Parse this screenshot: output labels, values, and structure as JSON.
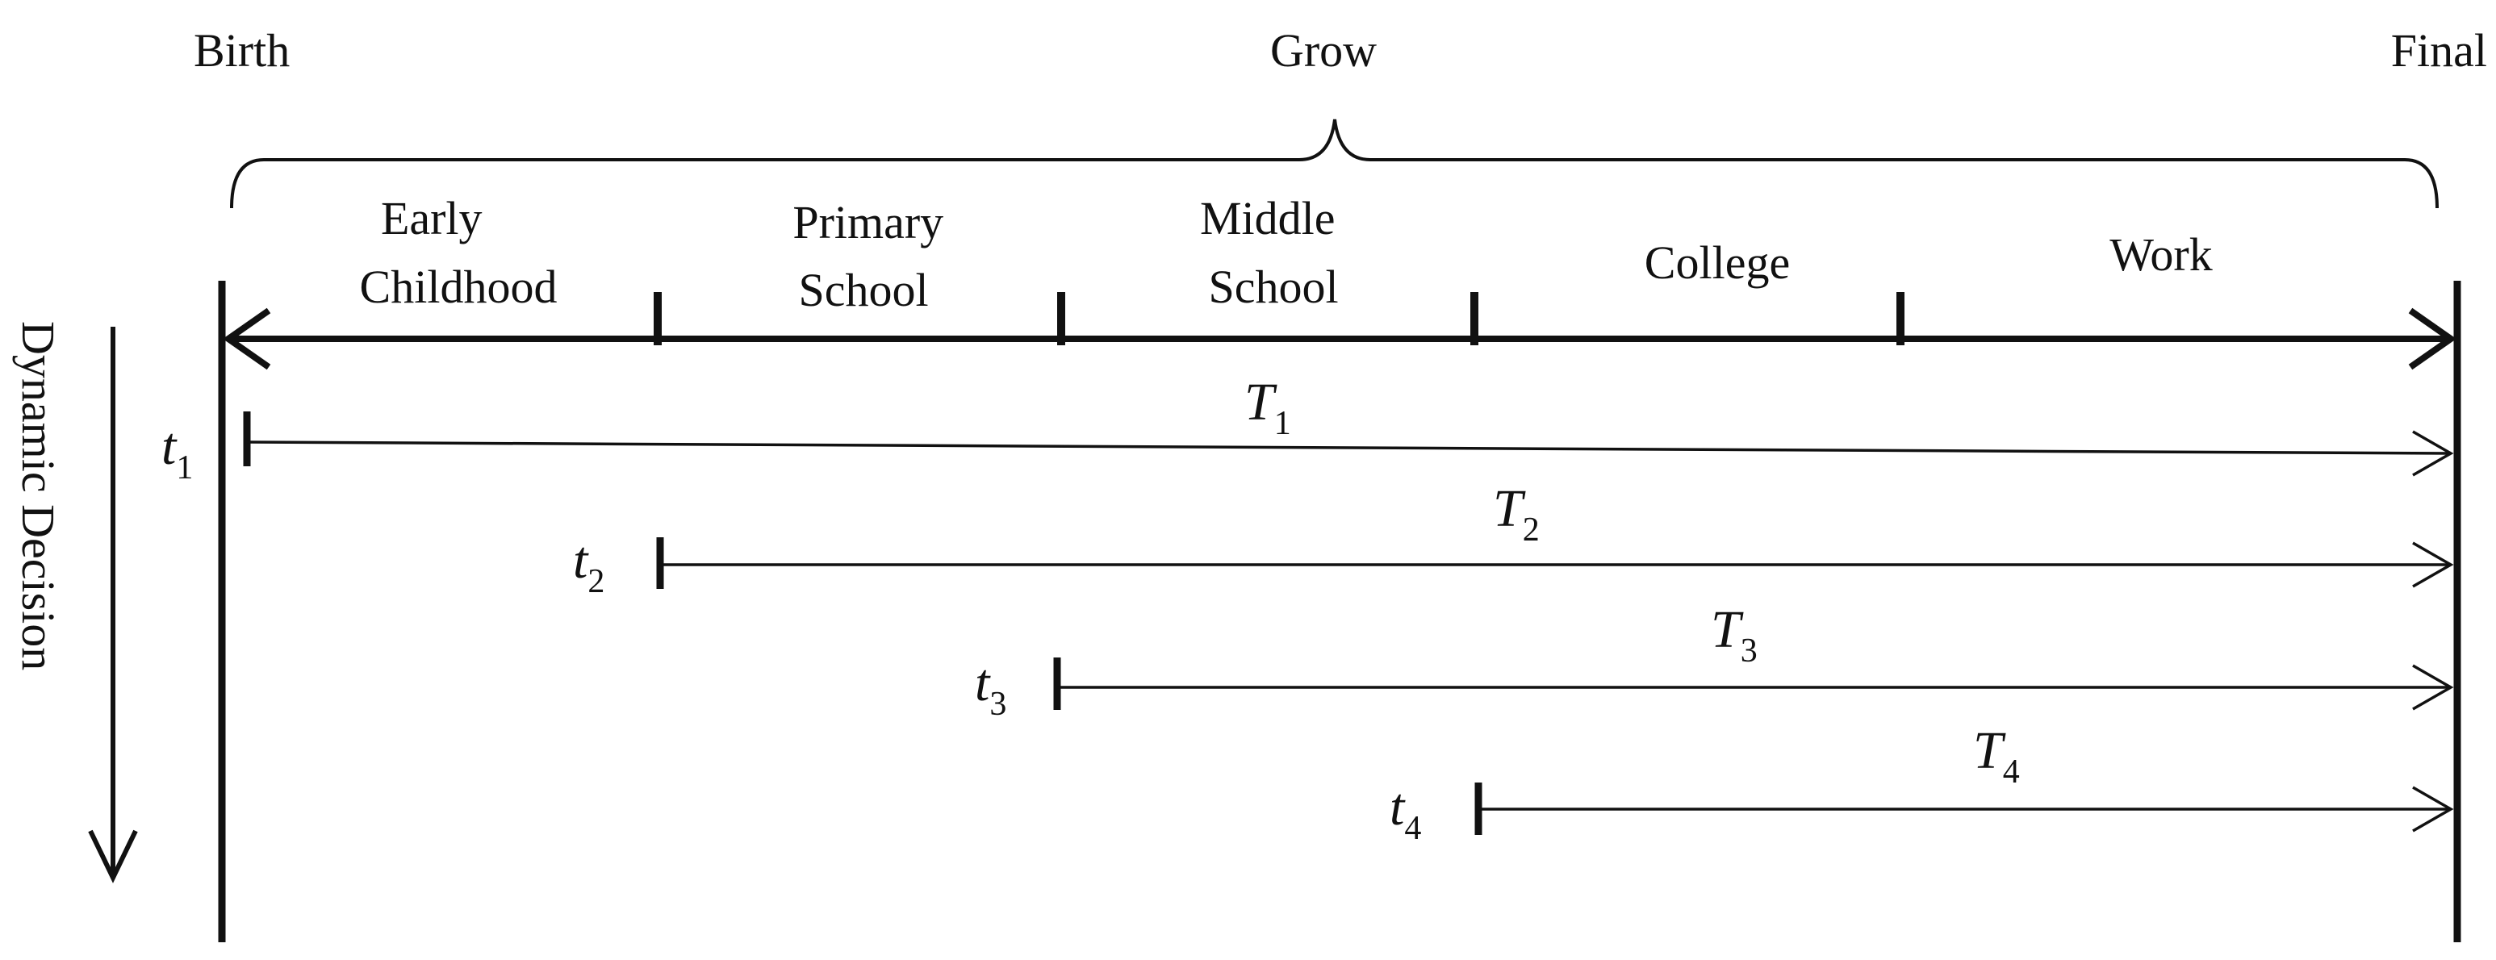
{
  "labels": {
    "birth": "Birth",
    "grow": "Grow",
    "final": "Final",
    "dynamic_decision": "Dynamic Decision"
  },
  "stages": [
    {
      "line1": "Early",
      "line2": "Childhood"
    },
    {
      "line1": "Primary",
      "line2": "School"
    },
    {
      "line1": "Middle",
      "line2": "School"
    },
    {
      "line1": "College",
      "line2": ""
    },
    {
      "line1": "Work",
      "line2": ""
    }
  ],
  "decisions": [
    {
      "t_sym": "t",
      "t_sub": "1",
      "T_sym": "T",
      "T_sub": "1"
    },
    {
      "t_sym": "t",
      "t_sub": "2",
      "T_sym": "T",
      "T_sub": "2"
    },
    {
      "t_sym": "t",
      "t_sub": "3",
      "T_sym": "T",
      "T_sub": "3"
    },
    {
      "t_sym": "t",
      "t_sub": "4",
      "T_sym": "T",
      "T_sub": "4"
    }
  ]
}
